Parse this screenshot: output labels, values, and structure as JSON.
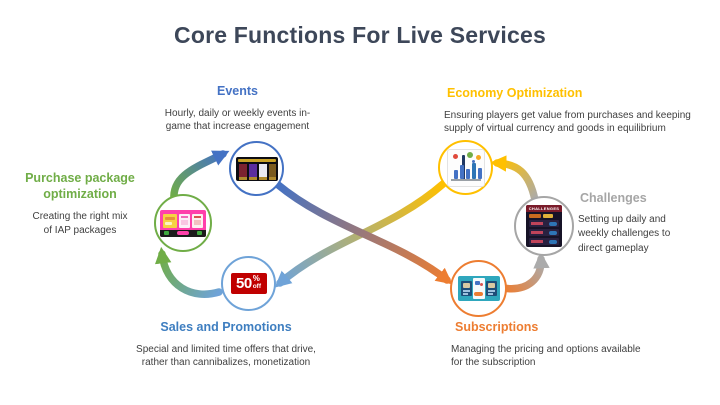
{
  "title": "Core Functions For Live Services",
  "title_color": "#3D4759",
  "nodes": {
    "events": {
      "label": "Events",
      "color": "#4472C4",
      "desc": [
        "Hourly, daily or weekly events in-",
        "game that increase engagement"
      ],
      "icon": "game-events-screen-icon"
    },
    "economy_optimization": {
      "label": "Economy Optimization",
      "color": "#FFC000",
      "desc": [
        "Ensuring players get value from purchases and keeping",
        "supply of virtual currency and goods in equilibrium"
      ],
      "icon": "bar-chart-analytics-icon"
    },
    "purchase_package": {
      "label": [
        "Purchase package",
        "optimization"
      ],
      "color": "#70AD47",
      "desc": [
        "Creating the right mix",
        "of IAP packages"
      ],
      "icon": "iap-shop-screen-icon"
    },
    "challenges": {
      "label": "Challenges",
      "color": "#A6A6A6",
      "desc": [
        "Setting up daily and",
        "weekly challenges to",
        "direct gameplay"
      ],
      "icon": "challenges-list-screen-icon",
      "icon_caption": "CHALLENGES"
    },
    "sales_promotions": {
      "label": "Sales and Promotions",
      "color": "#3E7EC0",
      "desc": [
        "Special and limited time offers that drive,",
        "rather than cannibalizes, monetization"
      ],
      "icon": "fifty-percent-off-badge-icon",
      "badge": {
        "number": "50",
        "percent": "%",
        "suffix": "off"
      }
    },
    "subscriptions": {
      "label": "Subscriptions",
      "color": "#ED7D31",
      "desc": [
        "Managing the pricing and options available",
        "for the subscription"
      ],
      "icon": "subscription-plans-screen-icon"
    }
  },
  "flow_arrows": [
    "Sales and Promotions to Purchase package optimization",
    "Purchase package optimization to Events",
    "Events to Subscriptions",
    "Economy Optimization to Sales and Promotions",
    "Subscriptions to Challenges",
    "Challenges to Economy Optimization"
  ]
}
